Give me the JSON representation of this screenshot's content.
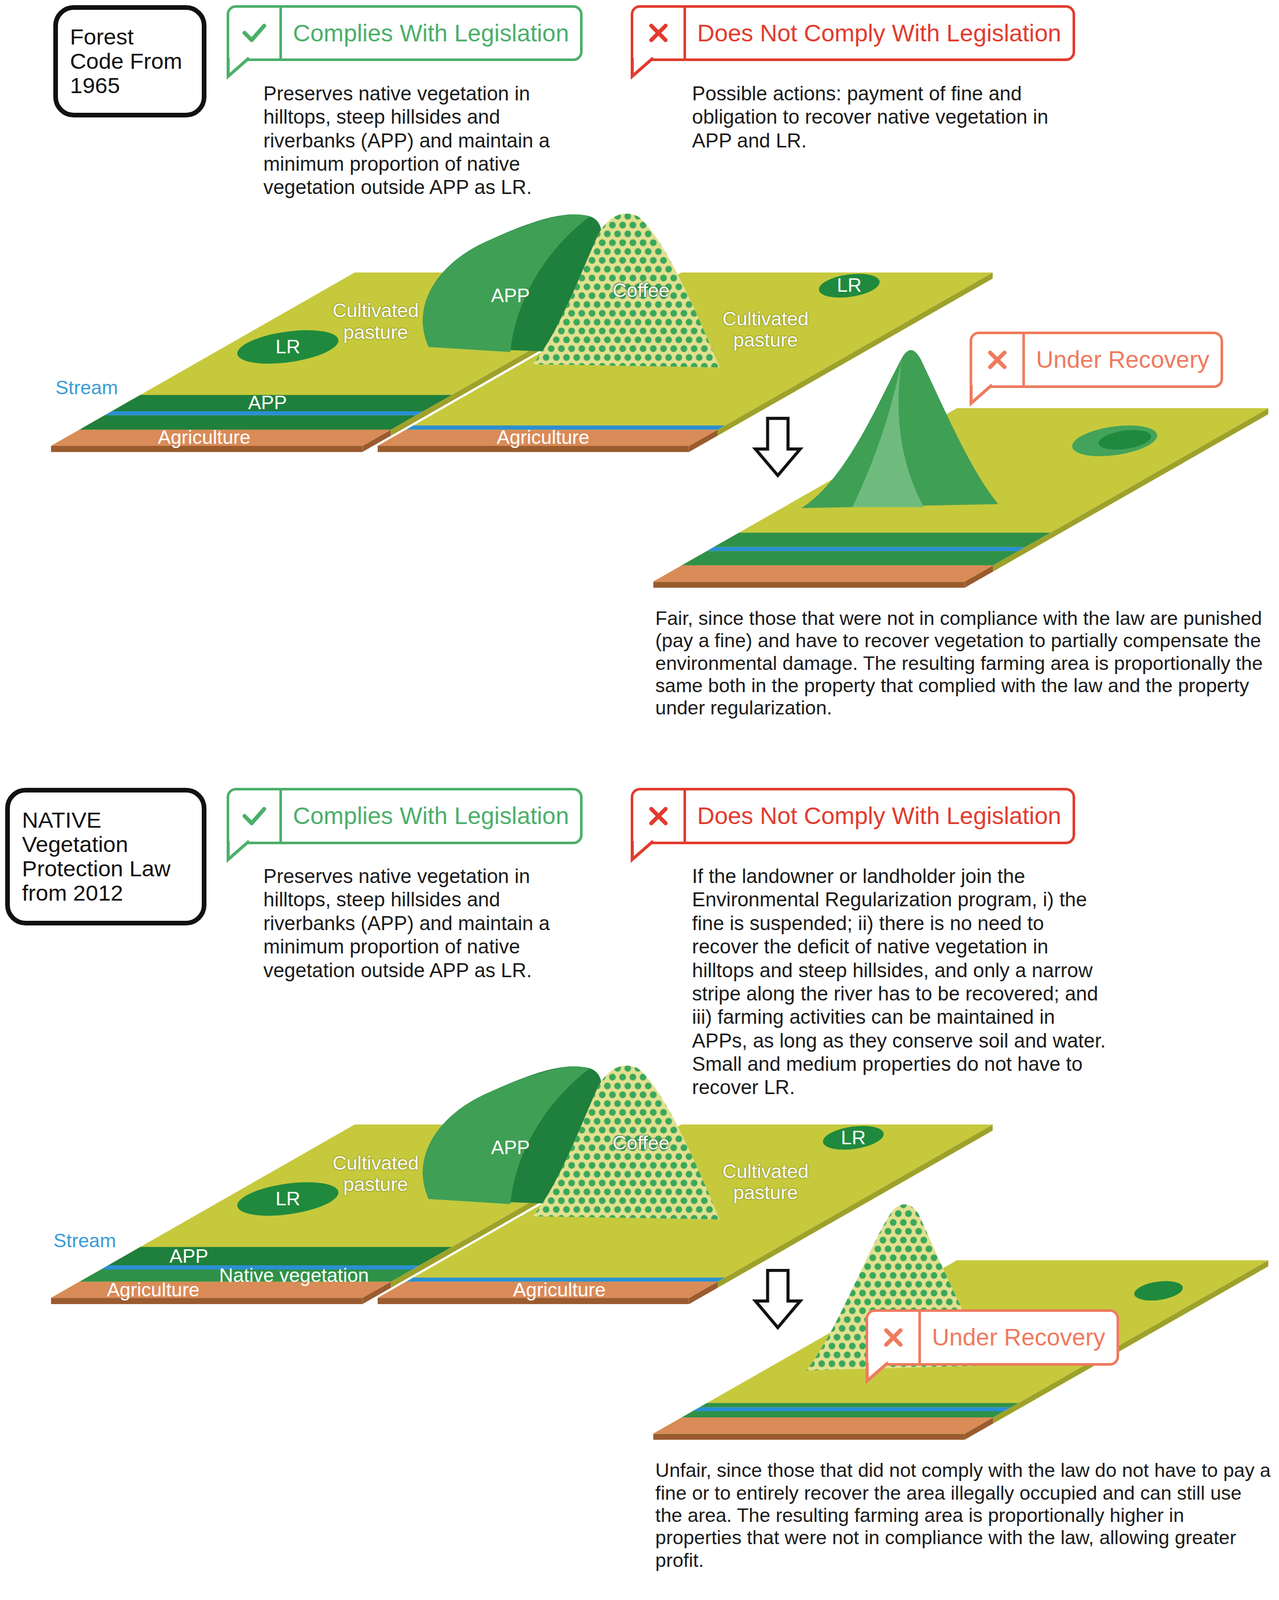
{
  "diagram": {
    "nodes": [
      {
        "text": [
          "Forest Code From 1965"
        ]
      },
      {
        "text": [
          "Complies With Legislation",
          "Preserves native vegetation in hilltops, steep hillsides and riverbanks (APP) and maintain a minimum proportion of native vegetation outside APP as LR."
        ]
      },
      {
        "text": [
          "Does Not Comply With Legislation",
          "Possible actions: payment of fine and obligation to recover native vegetation in APP and LR."
        ]
      },
      {
        "text": [
          "Under Recovery"
        ]
      },
      {
        "text": [
          "NATIVE Vegetation Protection Law from 2012"
        ]
      },
      {
        "text": [
          "Complies With Legislation",
          "Preserves native vegetation in hilltops, steep hillsides and riverbanks (APP) and maintain a minimum proportion of native vegetation outside APP as LR."
        ]
      },
      {
        "text": [
          "Does Not Comply With Legislation",
          "If the landowner or landholder join the Environmental Regularization program, i) the fine is suspended; ii) there is no need to recover the deficit of native vegetation in hilltops and steep hillsides, and only a narrow stripe along the river has to be recovered; and iii) farming activities can be maintained in APPs, as long as they conserve soil and water. Small and medium properties do not have to recover LR."
        ]
      },
      {
        "text": [
          "Under Recovery"
        ]
      }
    ],
    "labels": [
      "Cultivated pasture",
      "APP",
      "LR",
      "Stream",
      "APP",
      "Agriculture",
      "Coffee",
      "Cultivated pasture",
      "LR",
      "Agriculture",
      "Fair, since those that were not in compliance with the law are punished (pay a fine) and have to recover vegetation to partially compensate the environmental damage. The resulting farming area is proportionally the same both in the property that complied with the law and the property under regularization.",
      "Cultivated pasture",
      "APP",
      "LR",
      "Stream",
      "APP",
      "Native vegetation",
      "Agriculture",
      "Coffee",
      "Cultivated pasture",
      "LR",
      "Agriculture",
      "Unfair, since those that did not comply with the law do not have to pay a fine or to entirely recover the area illegally occupied and can still use the area. The resulting farming area is proportionally higher in properties that were not in compliance with the law, allowing greater profit."
    ]
  }
}
